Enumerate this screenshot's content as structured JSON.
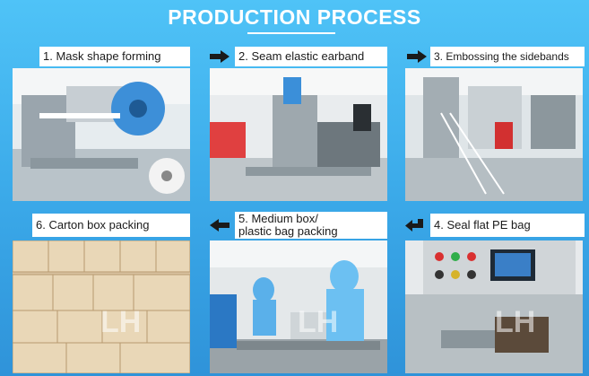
{
  "header": {
    "title": "PRODUCTION PROCESS"
  },
  "steps": [
    {
      "label": "1. Mask shape forming",
      "photo_icon": "mask-forming-machine-photo"
    },
    {
      "label": "2. Seam elastic earband",
      "photo_icon": "earband-welding-machine-photo"
    },
    {
      "label": "3. Embossing the sidebands",
      "photo_icon": "embossing-machine-photo"
    },
    {
      "label": "6. Carton box packing",
      "photo_icon": "carton-boxes-photo"
    },
    {
      "label_line1": "5. Medium box/",
      "label_line2": "plastic bag packing",
      "photo_icon": "workers-packing-photo"
    },
    {
      "label": "4. Seal flat PE bag",
      "photo_icon": "pe-bag-sealing-machine-photo"
    }
  ],
  "colors": {
    "background_top": "#4fc3f7",
    "background_bottom": "#2f93d9",
    "label_bg": "#ffffff",
    "arrow": "#1a1a1a"
  }
}
